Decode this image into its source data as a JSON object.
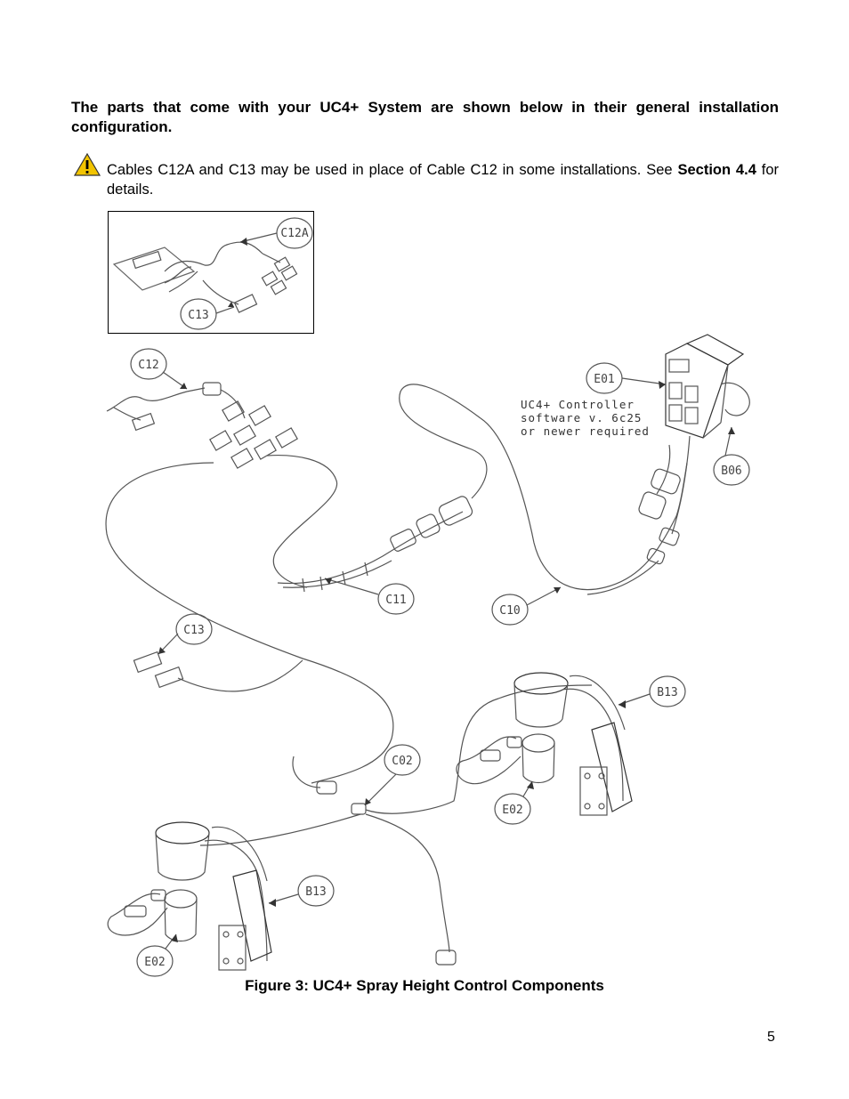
{
  "intro_text": "The parts that come with your UC4+ System are shown below in their general installation configuration.",
  "note": {
    "text_before": "Cables C12A and C13 may be used in place of Cable C12 in some installations.  See ",
    "section_ref": "Section 4.4",
    "text_after": " for details.",
    "icon": "warning-icon",
    "icon_color": "#f2c400"
  },
  "diagram": {
    "labels": {
      "c12a": "C12A",
      "c13_inset": "C13",
      "c12": "C12",
      "e01": "E01",
      "b06": "B06",
      "c11": "C11",
      "c10": "C10",
      "c13": "C13",
      "c02": "C02",
      "b13_right": "B13",
      "e02_right": "E02",
      "b13_left": "B13",
      "e02_left": "E02"
    },
    "controller_note": [
      "UC4+ Controller",
      "software v. 6c25",
      "or newer required"
    ]
  },
  "caption": "Figure 3: UC4+ Spray Height Control Components",
  "page_number": "5"
}
